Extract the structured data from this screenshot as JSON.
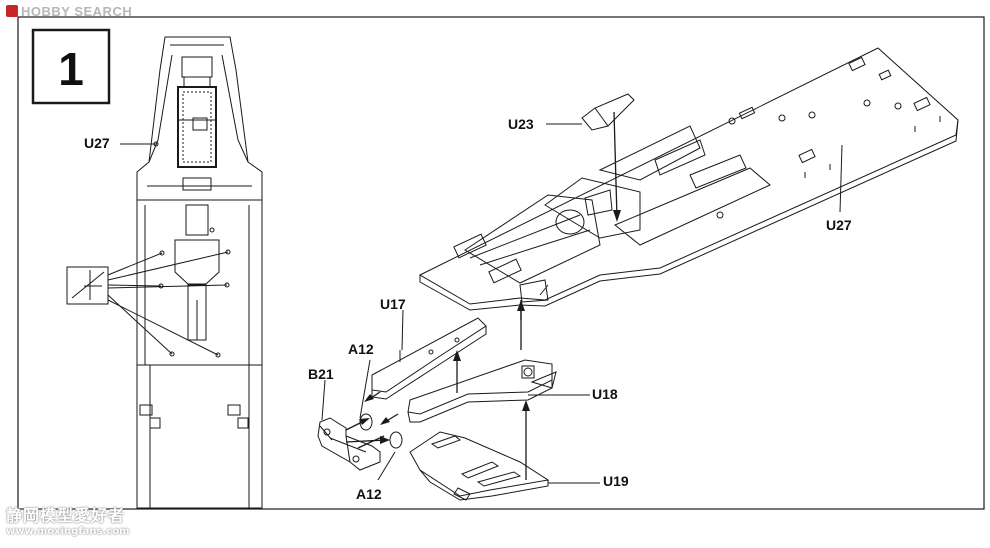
{
  "watermark_top": "HOBBY SEARCH",
  "watermark_bottom_cn": "静岡模型愛好者",
  "watermark_bottom_url": "www.moxingfans.com",
  "step_number": "1",
  "labels": {
    "u27_left": "U27",
    "u23": "U23",
    "u27_right": "U27",
    "u17": "U17",
    "a12_top": "A12",
    "b21": "B21",
    "u18": "U18",
    "u19": "U19",
    "a12_bottom": "A12"
  }
}
